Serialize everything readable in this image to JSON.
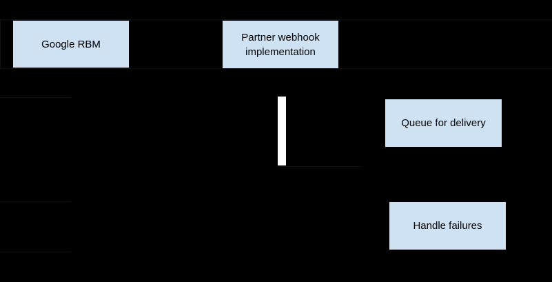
{
  "diagram": {
    "type": "sequence-diagram",
    "background_color": "#000000",
    "node_fill_color": "#cfe2f3",
    "node_text_color": "#000000",
    "activation_bar_color": "#ffffff",
    "participants": [
      {
        "id": "google-rbm",
        "label": "Google RBM"
      },
      {
        "id": "partner-webhook",
        "label": "Partner webhook implementation"
      }
    ],
    "notes": [
      {
        "id": "queue-for-delivery",
        "label": "Queue for delivery"
      },
      {
        "id": "handle-failures",
        "label": "Handle failures"
      }
    ],
    "nodes": [
      {
        "id": "google-rbm",
        "label": "Google RBM"
      },
      {
        "id": "partner-webhook",
        "label": "Partner webhook implementation"
      },
      {
        "id": "queue-for-delivery",
        "label": "Queue for delivery"
      },
      {
        "id": "handle-failures",
        "label": "Handle failures"
      }
    ]
  }
}
